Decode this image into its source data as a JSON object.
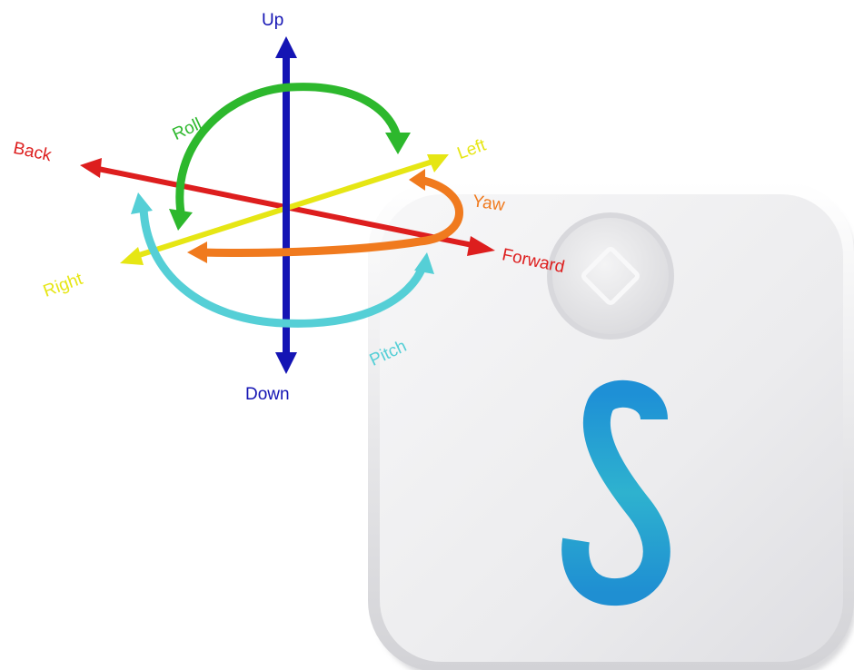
{
  "axes": {
    "up": "Up",
    "down": "Down",
    "back": "Back",
    "forward": "Forward",
    "left": "Left",
    "right": "Right"
  },
  "rotations": {
    "roll": "Roll",
    "yaw": "Yaw",
    "pitch": "Pitch"
  },
  "device": {
    "logo_letter": "S"
  },
  "colors": {
    "vertical_axis": "#1414b4",
    "forward_back_axis": "#dd1e1e",
    "left_right_axis": "#e6e614",
    "roll": "#2db82d",
    "yaw": "#f07a1e",
    "pitch": "#55cfd6",
    "logo_top": "#1e90d6",
    "logo_bottom": "#36c1c7"
  }
}
